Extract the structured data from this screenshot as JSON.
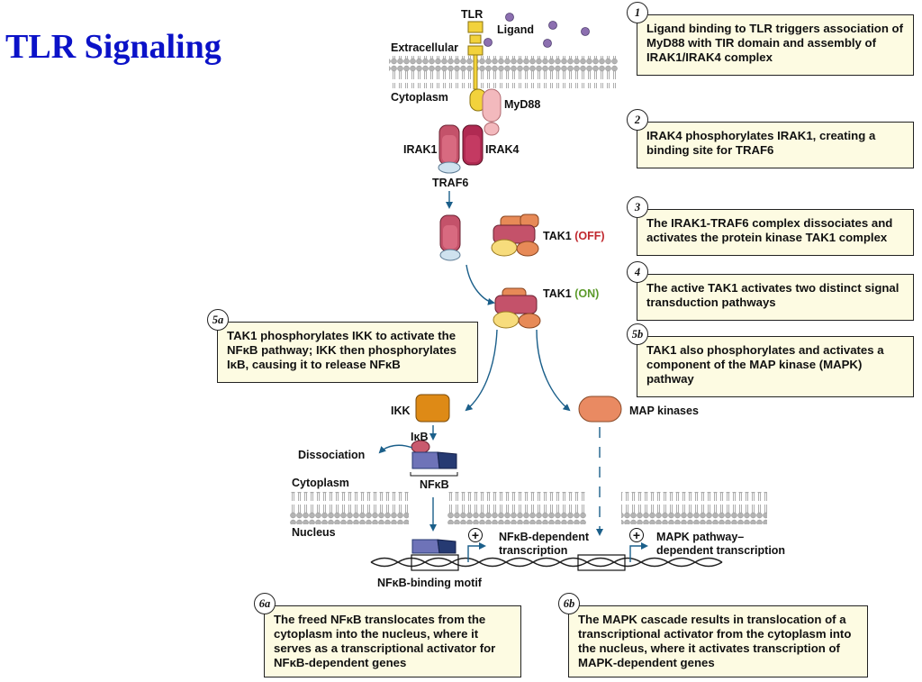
{
  "title": "TLR Signaling",
  "labels": {
    "tlr": "TLR",
    "ligand": "Ligand",
    "extracellular": "Extracellular",
    "cytoplasm_top": "Cytoplasm",
    "myd88": "MyD88",
    "irak1": "IRAK1",
    "irak4": "IRAK4",
    "traf6": "TRAF6",
    "tak1_off_name": "TAK1",
    "tak1_off_state": "(OFF)",
    "tak1_on_name": "TAK1",
    "tak1_on_state": "(ON)",
    "ikk": "IKK",
    "ikb": "IκB",
    "dissociation": "Dissociation",
    "nfkb": "NFκB",
    "cytoplasm_bottom": "Cytoplasm",
    "nucleus": "Nucleus",
    "map_kinases": "MAP kinases",
    "plus_symbol": "+",
    "nfkb_transcription_line1": "NFκB-dependent",
    "nfkb_transcription_line2": "transcription",
    "mapk_transcription_line1": "MAPK pathway–",
    "mapk_transcription_line2": "dependent transcription",
    "binding_motif": "NFκB-binding motif"
  },
  "steps": {
    "s1": {
      "num": "1",
      "text": "Ligand binding to TLR triggers association of MyD88 with TIR domain and assembly of IRAK1/IRAK4 complex"
    },
    "s2": {
      "num": "2",
      "text": "IRAK4 phosphorylates IRAK1, creating a binding site for TRAF6"
    },
    "s3": {
      "num": "3",
      "text": "The IRAK1-TRAF6 complex dissociates and activates the protein kinase TAK1 complex"
    },
    "s4": {
      "num": "4",
      "text": "The active TAK1 activates two distinct signal transduction pathways"
    },
    "s5a": {
      "num": "5a",
      "text": "TAK1 phosphorylates IKK to activate the NFκB pathway; IKK then phosphorylates IκB, causing it to release NFκB"
    },
    "s5b": {
      "num": "5b",
      "text": "TAK1 also phosphorylates and activates a component of the MAP kinase (MAPK) pathway"
    },
    "s6a": {
      "num": "6a",
      "text": "The freed NFκB translocates from the cytoplasm into the nucleus, where it serves as a transcriptional activator for NFκB-dependent genes"
    },
    "s6b": {
      "num": "6b",
      "text": "The MAPK cascade results in translocation of a transcriptional activator from the cytoplasm into the nucleus, where it activates transcription of MAPK-dependent genes"
    }
  },
  "colors": {
    "title": "#0b12c8",
    "box_fill": "#fdfbe2",
    "tlr": "#f2d23c",
    "irak1": "#c4526a",
    "irak4": "#b02a52",
    "traf6": "#cfe2ef",
    "myd88": "#f3b9bd",
    "tak1_yellow": "#f7dc7c",
    "tak1_orange": "#e78a57",
    "ikk": "#de8a16",
    "map_kinase": "#e98a62",
    "nfkb_dark": "#263a72",
    "nfkb_light": "#6e73b8",
    "ikb": "#c95a6e",
    "arrow": "#1b5f8a",
    "off": "#c0272d",
    "on": "#5b9a2a"
  }
}
